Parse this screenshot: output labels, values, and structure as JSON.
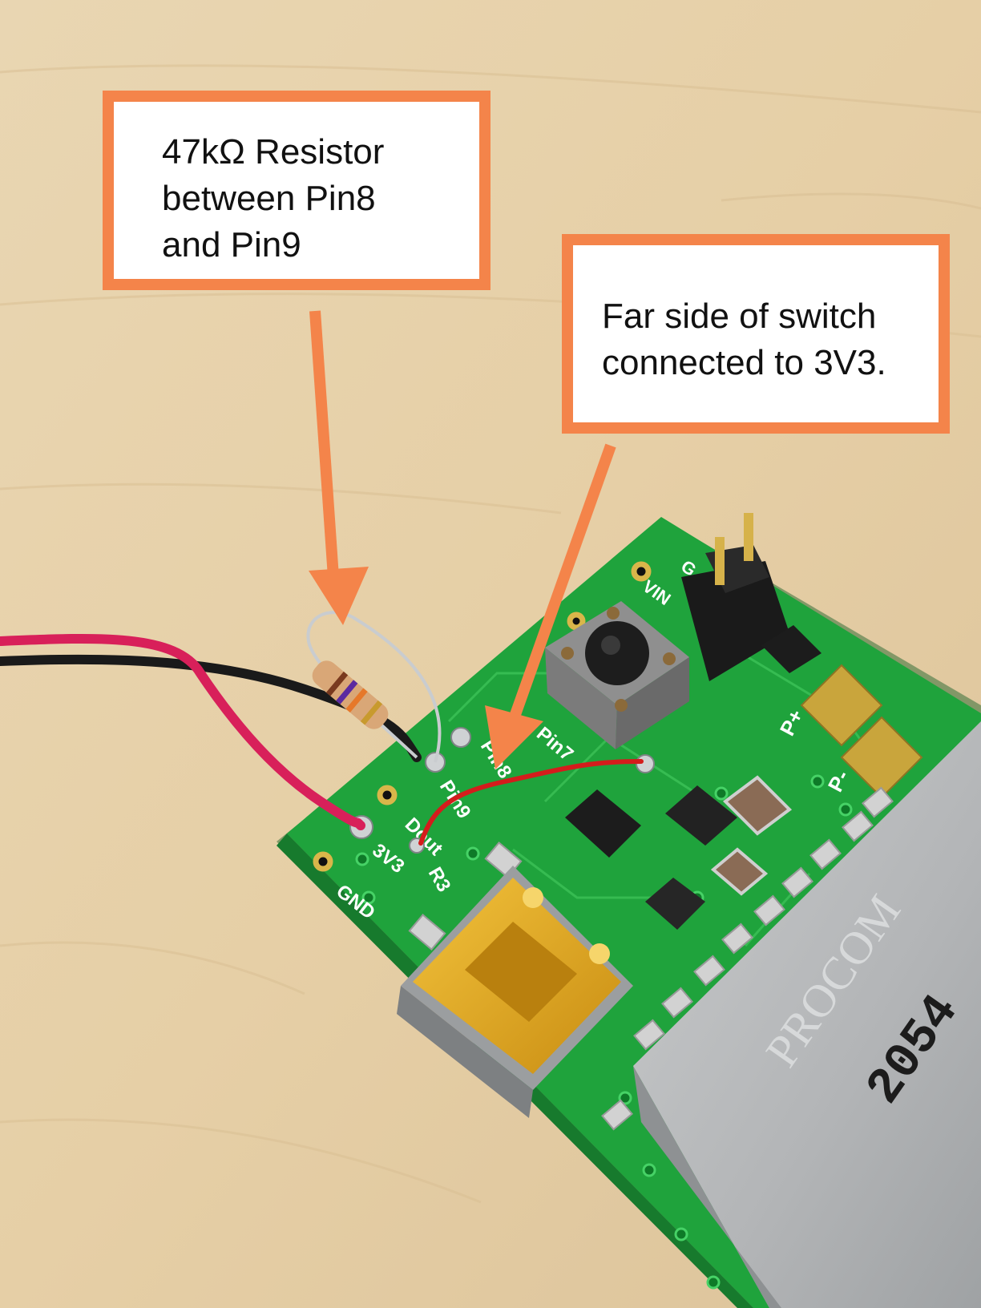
{
  "callouts": {
    "resistor": {
      "text": "47kΩ Resistor\nbetween Pin8\nand Pin9"
    },
    "switch": {
      "text": "Far side of switch\nconnected to 3V3."
    }
  },
  "board_labels": {
    "gnd": "GND",
    "v33": "3V3",
    "pin9": "Pin9",
    "pin8": "Pin8",
    "pin7": "Pin7",
    "dout": "Dout",
    "r3": "R3",
    "p_plus": "P+",
    "p_minus": "P-",
    "vin": "VIN",
    "g": "G"
  },
  "module_text": {
    "brand": "PROCOM",
    "number": "2054"
  },
  "colors": {
    "annotation_orange": "#f4844a",
    "table_wood": "#e8d2ac",
    "pcb_green": "#1fa33c",
    "wire_red": "#d8205a",
    "wire_black": "#1a1a1a",
    "usb_gold": "#e3b02a"
  },
  "icons": {
    "arrow": "arrow-down-icon"
  }
}
